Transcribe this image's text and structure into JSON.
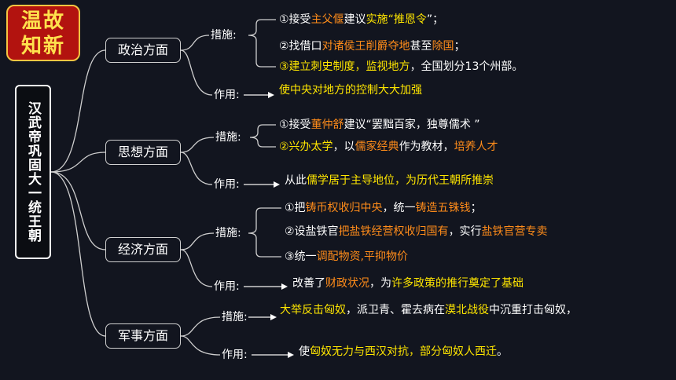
{
  "badge": {
    "line1": "温故",
    "line2": "知新"
  },
  "main_title": "汉武帝巩固大一统王朝",
  "sections": [
    {
      "category": "政治方面",
      "measure_label": "措施:",
      "measures": [
        [
          {
            "t": "①接受"
          },
          {
            "t": "主父偃",
            "c": "o"
          },
          {
            "t": "建议"
          },
          {
            "t": "实施",
            "c": "y"
          },
          {
            "t": "“推恩令",
            "c": "y"
          },
          {
            "t": "”；"
          }
        ],
        [
          {
            "t": "②找借口"
          },
          {
            "t": "对诸侯王削爵夺地",
            "c": "o"
          },
          {
            "t": "甚至"
          },
          {
            "t": "除国",
            "c": "o"
          },
          {
            "t": "；"
          }
        ],
        [
          {
            "t": "③建立刺史制度，监视地方",
            "c": "y"
          },
          {
            "t": "，全国划分13个州部。"
          }
        ]
      ],
      "effect_label": "作用:",
      "effect": [
        {
          "t": "使中央对地方的控制大大加强",
          "c": "y"
        }
      ]
    },
    {
      "category": "思想方面",
      "measure_label": "措施:",
      "measures": [
        [
          {
            "t": "①接受"
          },
          {
            "t": "董仲舒",
            "c": "o"
          },
          {
            "t": "建议“罢黜百家，独尊儒术 ”"
          }
        ],
        [
          {
            "t": "②兴办太学",
            "c": "y"
          },
          {
            "t": "，以"
          },
          {
            "t": "儒家经典",
            "c": "o"
          },
          {
            "t": "作为教材，"
          },
          {
            "t": "培养人才",
            "c": "o"
          }
        ]
      ],
      "effect_label": "作用:",
      "effect": [
        {
          "t": "从此"
        },
        {
          "t": "儒学居于主导地位，为历代王朝所推崇",
          "c": "y"
        }
      ]
    },
    {
      "category": "经济方面",
      "measure_label": "措施:",
      "measures": [
        [
          {
            "t": "①把"
          },
          {
            "t": "铸币权收归中央",
            "c": "o"
          },
          {
            "t": "，统一"
          },
          {
            "t": "铸造五铢钱",
            "c": "o"
          },
          {
            "t": "；"
          }
        ],
        [
          {
            "t": "②设盐铁官"
          },
          {
            "t": "把盐铁经营权收归国有",
            "c": "o"
          },
          {
            "t": "，实行"
          },
          {
            "t": "盐铁官营专卖",
            "c": "o"
          }
        ],
        [
          {
            "t": "③统一"
          },
          {
            "t": "调配物资,平抑物价",
            "c": "o"
          }
        ]
      ],
      "effect_label": "作用:",
      "effect": [
        {
          "t": "改善了"
        },
        {
          "t": "财政状况",
          "c": "o"
        },
        {
          "t": "，为"
        },
        {
          "t": "许多政策的推行奠定了基础",
          "c": "y"
        }
      ]
    },
    {
      "category": "军事方面",
      "measure_label": "措施:",
      "measures": [
        [
          {
            "t": "大举反击匈奴",
            "c": "y"
          },
          {
            "t": "，派卫青、霍去病在"
          },
          {
            "t": "漠北战役",
            "c": "y"
          },
          {
            "t": "中沉重打击匈奴，"
          }
        ]
      ],
      "effect_label": "作用:",
      "effect": [
        {
          "t": "使"
        },
        {
          "t": "匈奴无力与西汉对抗，部分匈奴人西迁",
          "c": "y"
        },
        {
          "t": "。"
        }
      ]
    }
  ]
}
